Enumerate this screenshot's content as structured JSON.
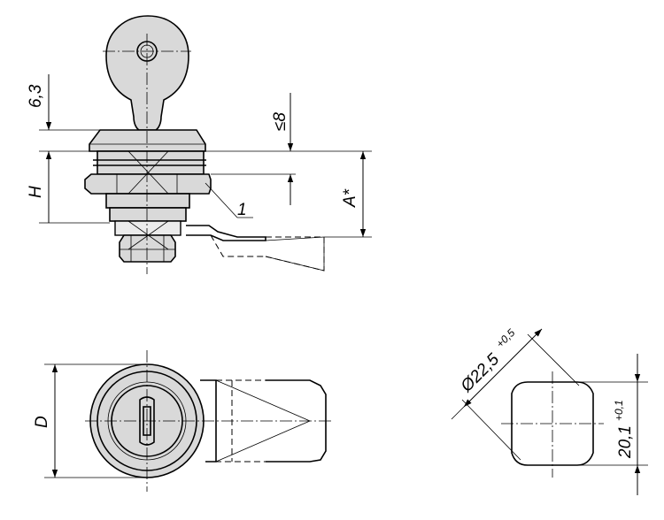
{
  "dimensions": {
    "key_shoulder": "6,3",
    "panel_thickness_symbol": "≤",
    "panel_thickness": "8",
    "height": "H",
    "length": "A*",
    "diameter": "D",
    "cutout_diameter": "Ø22,5",
    "cutout_diameter_tol": "+0,5",
    "cutout_flat": "20,1",
    "cutout_flat_tol": "+0,1"
  },
  "callouts": {
    "item_1": "1"
  },
  "colors": {
    "part_fill": "#d9d9d9",
    "line": "#000000",
    "background": "#ffffff"
  }
}
